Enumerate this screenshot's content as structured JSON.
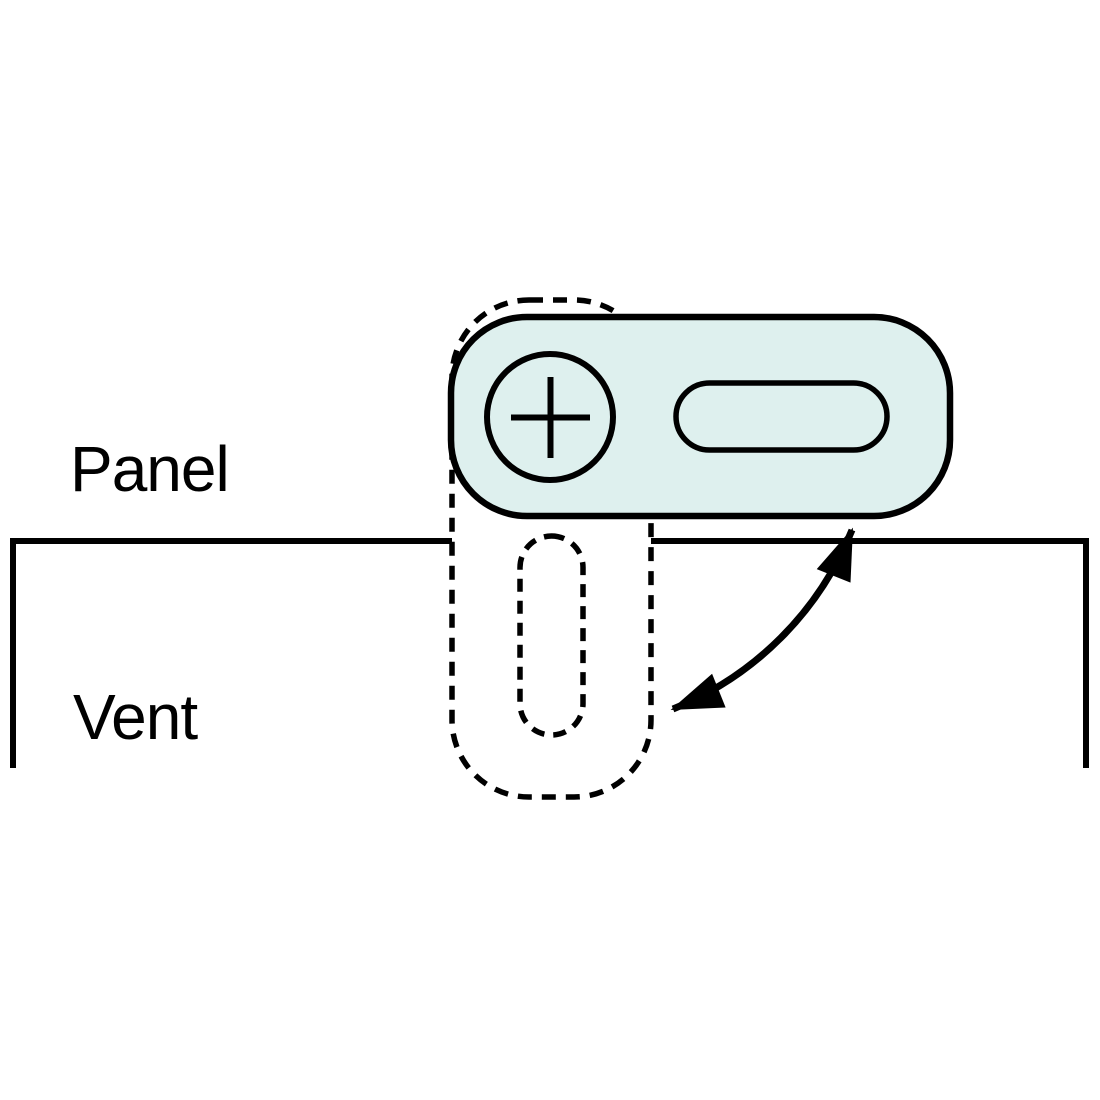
{
  "labels": {
    "panel": "Panel",
    "vent": "Vent"
  },
  "colors": {
    "background": "#ffffff",
    "line": "#000000",
    "latch_fill": "#def0ee",
    "text": "#000000"
  },
  "icons": {
    "screw_head": "phillips-cross-in-circle",
    "rotation": "double-headed-curved-arrow"
  }
}
